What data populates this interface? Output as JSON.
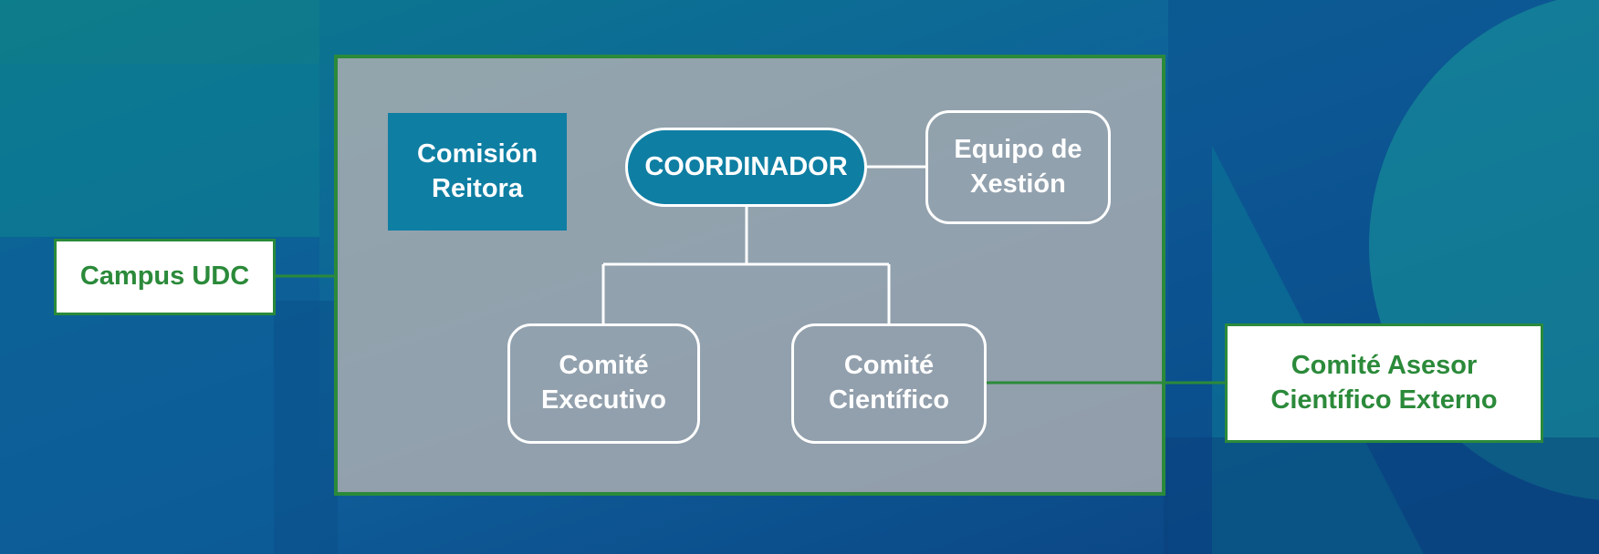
{
  "nodes": {
    "campus": "Campus UDC",
    "comision": "Comisión\nReitora",
    "coordinador": "COORDINADOR",
    "equipo": "Equipo de\nXestión",
    "executivo": "Comité\nExecutivo",
    "cientifico": "Comité\nCientífico",
    "asesor": "Comité Asesor\nCientífico Externo"
  },
  "colors": {
    "accent_green": "#2b8a3a",
    "teal": "#0f7ea3",
    "panel_gray": "#b0b0b2"
  }
}
